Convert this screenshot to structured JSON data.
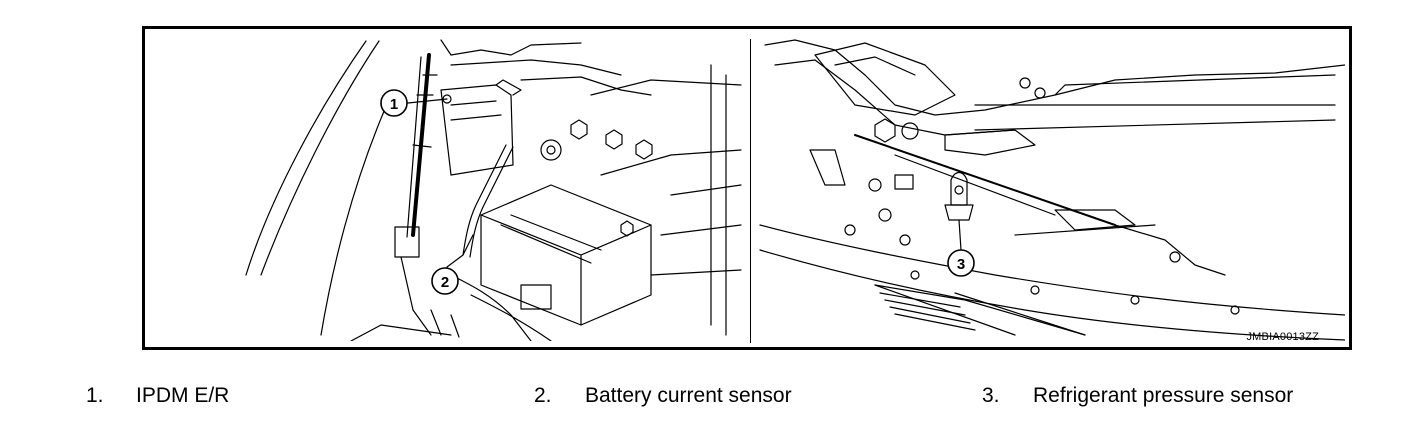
{
  "figure": {
    "image_code": "JMBIA0013ZZ",
    "callouts": [
      "1",
      "2",
      "3"
    ]
  },
  "legend": [
    {
      "number": "1.",
      "label": "IPDM E/R"
    },
    {
      "number": "2.",
      "label": "Battery current sensor"
    },
    {
      "number": "3.",
      "label": "Refrigerant pressure sensor"
    }
  ]
}
